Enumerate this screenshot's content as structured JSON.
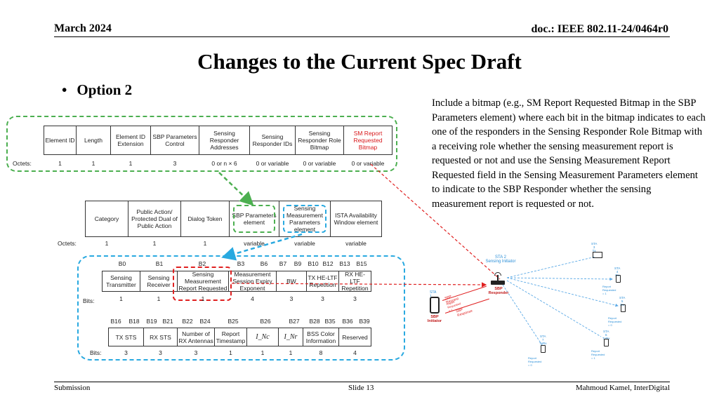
{
  "header": {
    "date": "March 2024",
    "doc": "doc.: IEEE 802.11-24/0464r0"
  },
  "title": "Changes to the Current Spec Draft",
  "bullet": "Option 2",
  "bullet_symbol": "•",
  "body_text": "Include a bitmap (e.g., SM Report Requested Bitmap in the SBP Parameters element) where each bit in the bitmap indicates to each one of the responders in the Sensing Responder Role Bitmap with a receiving role whether the sensing measurement report is requested or not and use the Sensing Measurement Report Requested field in the Sensing Measurement Parameters element to indicate to the SBP Responder whether the sensing measurement report is requested or not.",
  "footer": {
    "left": "Submission",
    "center": "Slide 13",
    "right": "Mahmoud Kamel, InterDigital"
  },
  "colors": {
    "green": "#4caf50",
    "blue": "#29a9e0",
    "red": "#e02020"
  },
  "fig1": {
    "fields": [
      "Element ID",
      "Length",
      "Element ID Extension",
      "SBP Parameters Control",
      "Sensing Responder Addresses",
      "Sensing Responder IDs",
      "Sensing Responder Role Bitmap",
      "SM Report Requested Bitmap"
    ],
    "octets_label": "Octets:",
    "octets": [
      "1",
      "1",
      "1",
      "3",
      "0 or n × 6",
      "0 or variable",
      "0 or variable",
      "0 or variable"
    ]
  },
  "fig2": {
    "fields": [
      "Category",
      "Public Action/ Protected Dual of Public Action",
      "Dialog Token",
      "SBP Parameters element",
      "Sensing Measurement Parameters element",
      "ISTA Availability Window element"
    ],
    "octets_label": "Octets:",
    "octets": [
      "1",
      "1",
      "1",
      "variable",
      "variable",
      "variable"
    ]
  },
  "fig3": {
    "row1_bits": [
      "B0",
      "B1",
      "B2",
      "B3",
      "B6",
      "B7",
      "B9",
      "B10",
      "B12",
      "B13",
      "B15"
    ],
    "row1_fields": [
      "Sensing Transmitter",
      "Sensing Receiver",
      "Sensing Measurement Report Requested",
      "Measurement Session Expiry Exponent",
      "BW",
      "TX HE-LTF Repetition",
      "RX HE-LTF Repetition"
    ],
    "row1_sizes": [
      "1",
      "1",
      "1",
      "4",
      "3",
      "3",
      "3"
    ],
    "bits_label": "Bits:",
    "row2_bits": [
      "B16",
      "B18",
      "B19",
      "B21",
      "B22",
      "B24",
      "B25",
      "B26",
      "B27",
      "B28",
      "B35",
      "B36",
      "B39"
    ],
    "row2_fields": [
      "TX STS",
      "RX STS",
      "Number of RX Antennas",
      "Report Timestamp",
      "I_Nc",
      "I_Nr",
      "BSS Color Information",
      "Reserved"
    ],
    "row2_sizes": [
      "3",
      "3",
      "3",
      "1",
      "1",
      "1",
      "8",
      "4"
    ]
  },
  "network": {
    "initiator_label": "Sensing Initiator",
    "sbp_responder": "SBP Responder",
    "sbp_initiator": "SBP Initiator",
    "sta1": "STA 1",
    "sta2": "STA 2",
    "sbp_request": "SBP Request",
    "report_req1": "Report Requested = 1",
    "sbp_response": "SBP Response",
    "stations": [
      {
        "name": "STA 3",
        "role": "Tx"
      },
      {
        "name": "STA 4",
        "role": "Rx",
        "report": "Report Requested = 1"
      },
      {
        "name": "STA 5",
        "role": "Rx",
        "report": "Report Requested = 0"
      },
      {
        "name": "STA 6",
        "role": "TxRx",
        "report": "Report Requested = 1"
      },
      {
        "name": "STA 7",
        "role": "TxRx",
        "report": "Report Requested = 0"
      }
    ]
  }
}
